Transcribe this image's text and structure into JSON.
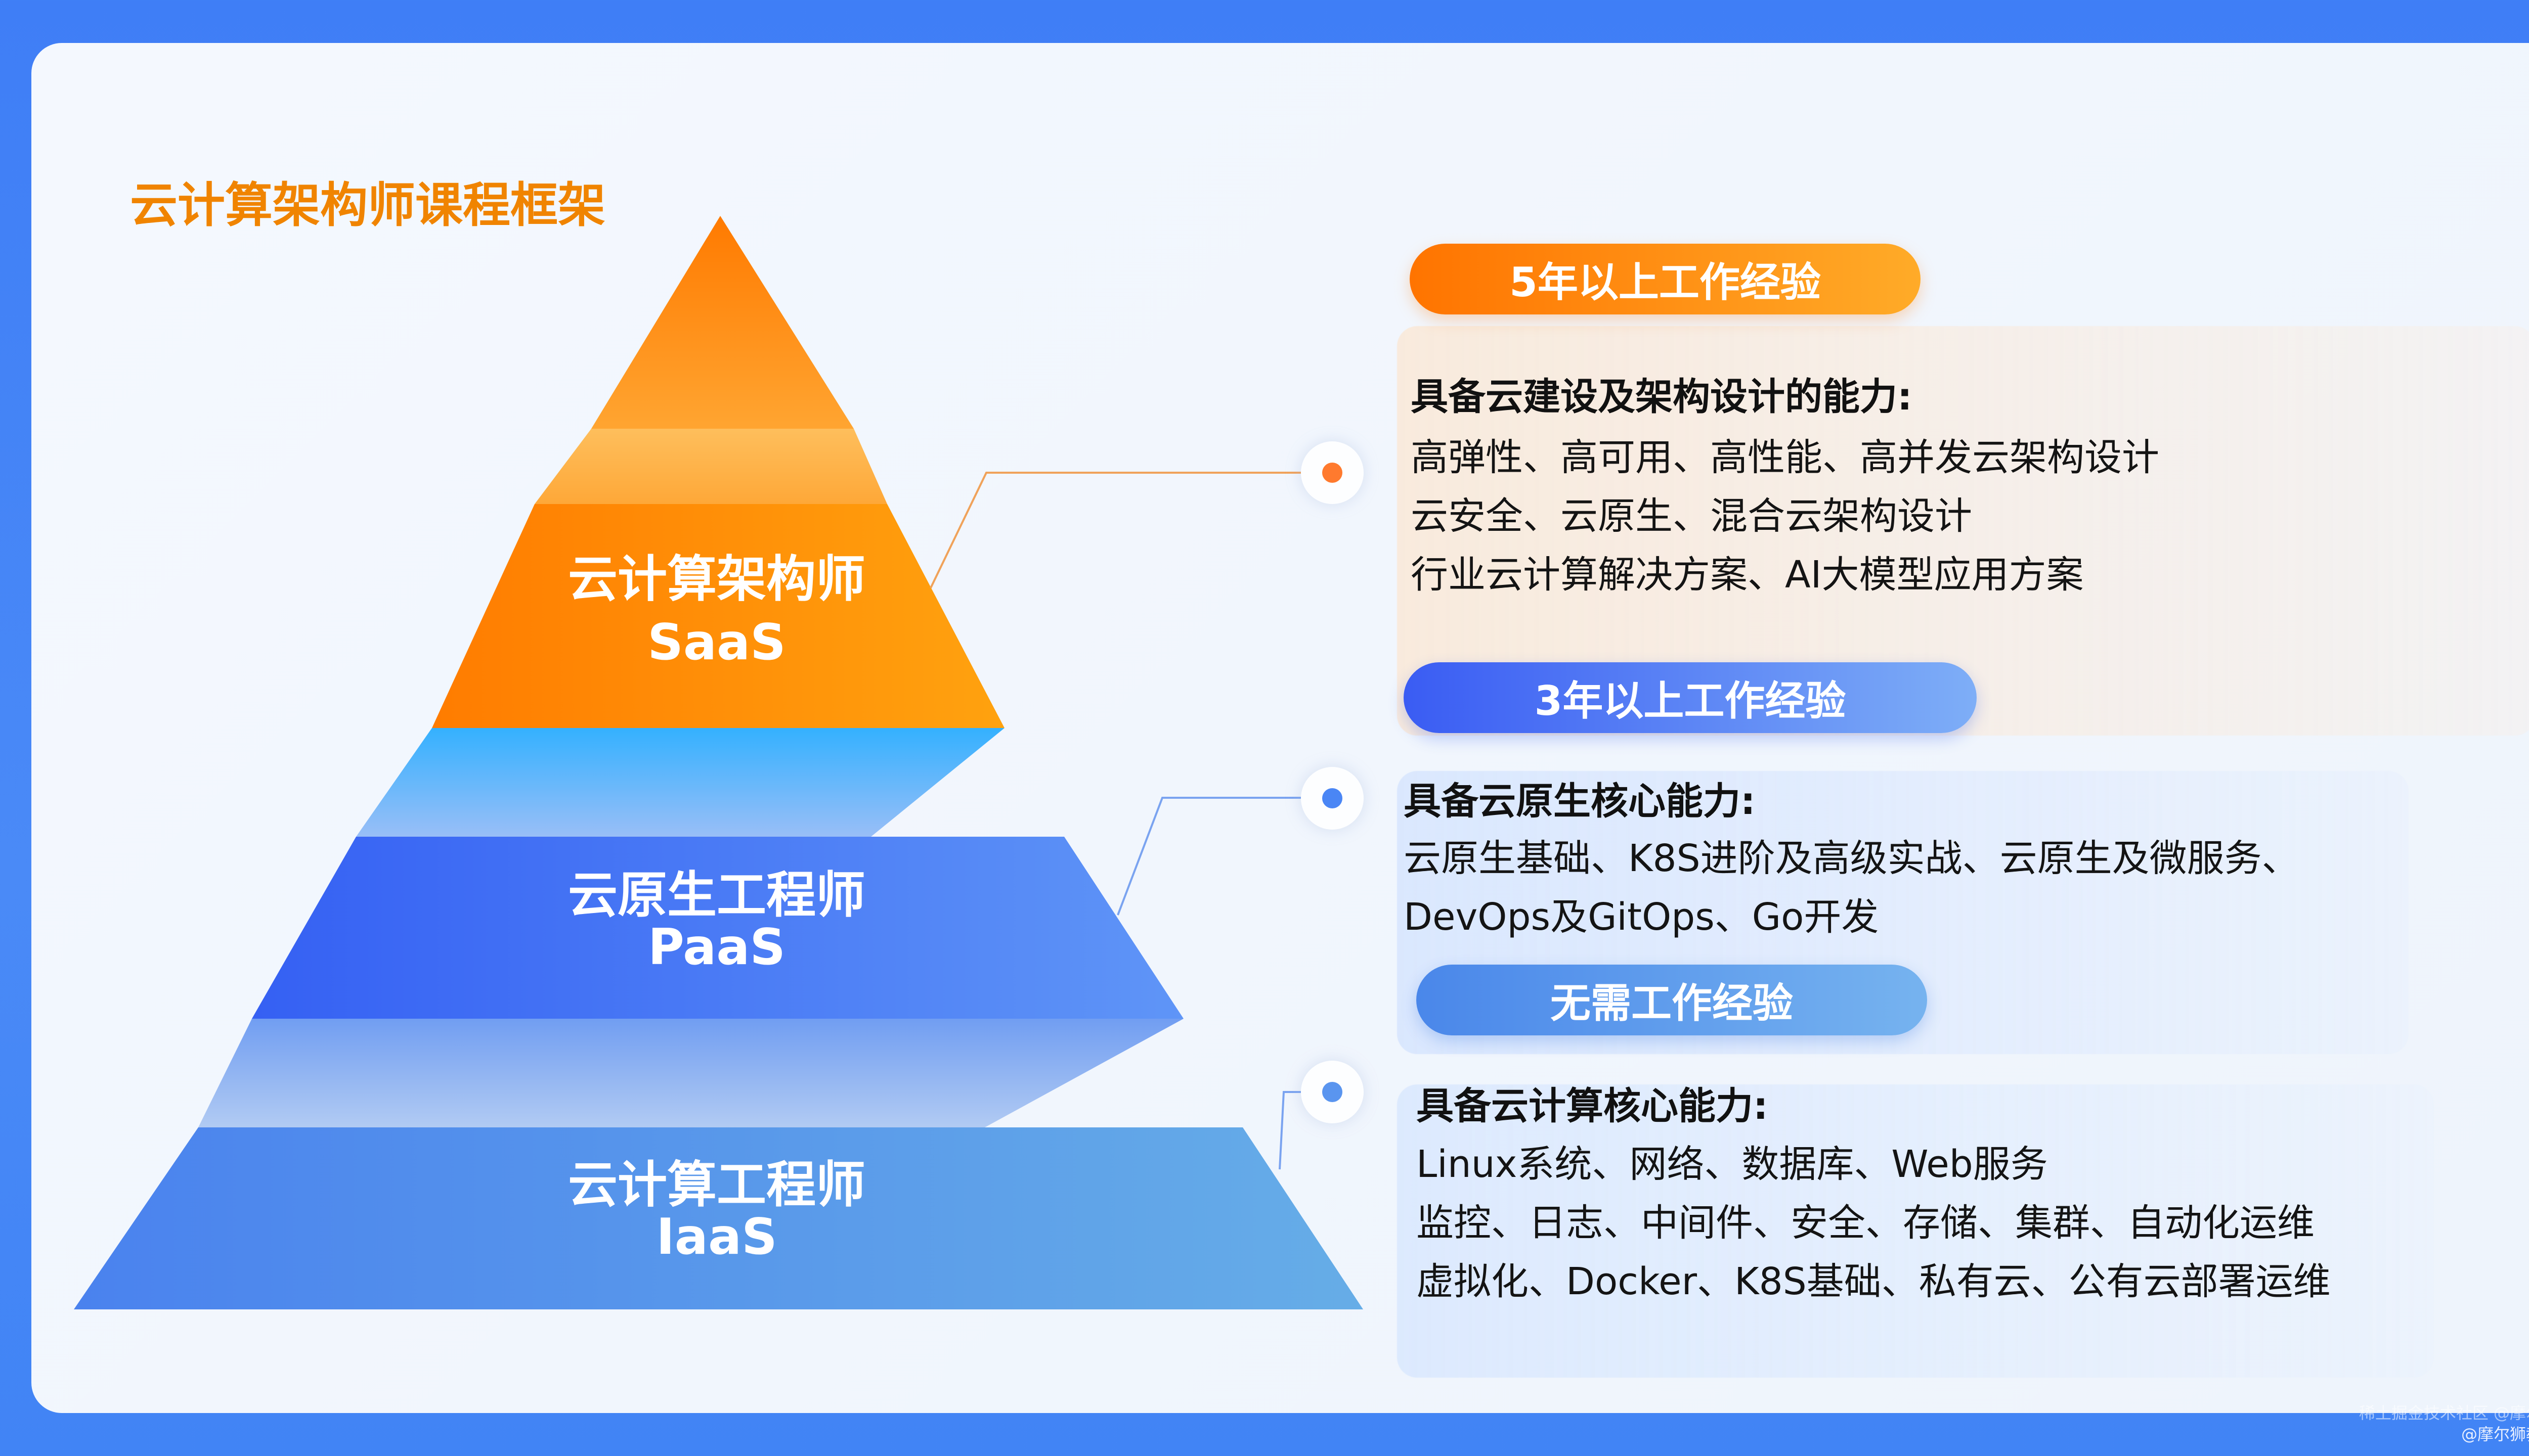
{
  "title": "云计算架构师课程框架",
  "tiers": [
    {
      "name": "云计算架构师",
      "layer": "SaaS",
      "color_top": "#ff8a00",
      "color_bottom": "#ffa21a"
    },
    {
      "name": "云原生工程师",
      "layer": "PaaS",
      "color_top": "#3d6ff5",
      "color_bottom": "#5c93f6"
    },
    {
      "name": "云计算工程师",
      "layer": "IaaS",
      "color_top": "#4b86ef",
      "color_bottom": "#62a6e8"
    }
  ],
  "levels": [
    {
      "experience": "5年以上工作经验",
      "ability_title": "具备云建设及架构设计的能力:",
      "lines": [
        "高弹性、高可用、高性能、高并发云架构设计",
        "云安全、云原生、混合云架构设计",
        "行业云计算解决方案、AI大模型应用方案"
      ],
      "accent": "#ff8a00"
    },
    {
      "experience": "3年以上工作经验",
      "ability_title": "具备云原生核心能力:",
      "lines": [
        "云原生基础、K8S进阶及高级实战、云原生及微服务、",
        "DevOps及GitOps、Go开发"
      ],
      "accent": "#3f74f5"
    },
    {
      "experience": "无需工作经验",
      "ability_title": "具备云计算核心能力:",
      "lines": [
        "Linux系统、网络、数据库、Web服务",
        "监控、日志、中间件、安全、存储、集群、自动化运维",
        "虚拟化、Docker、K8S基础、私有云、公有云部署运维"
      ],
      "accent": "#4f92ee"
    }
  ],
  "watermark": {
    "line1": "稀土掘金技术社区 @摩尔狮",
    "line2": "@摩尔狮教育"
  }
}
